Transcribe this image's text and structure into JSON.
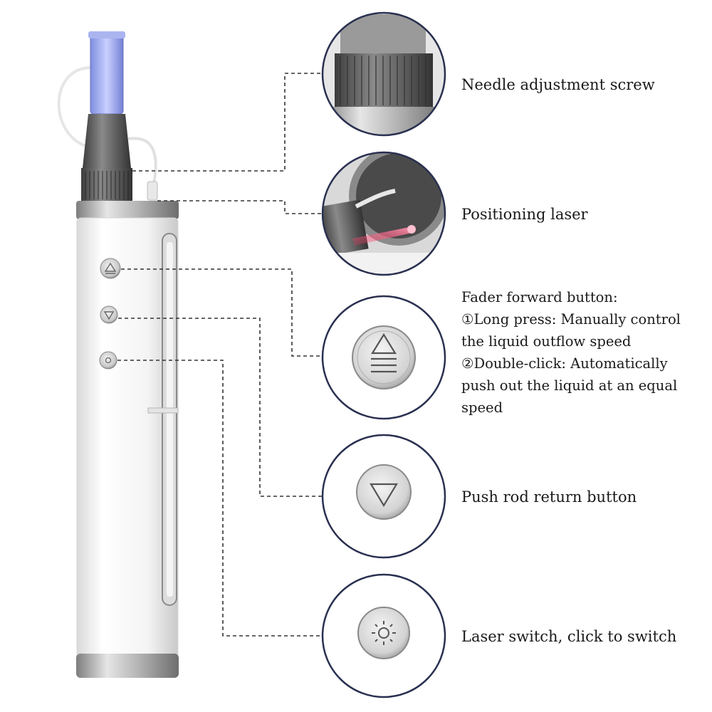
{
  "labels": {
    "needle_adjustment_screw": "Needle adjustment screw",
    "positioning_laser": "Positioning laser",
    "fader_forward": [
      "Fader forward button:",
      "①Long press: Manually control",
      "the liquid outflow speed",
      "②Double-click: Automatically",
      "push out the liquid at an equal",
      "speed"
    ],
    "push_rod_return": "Push rod return button",
    "laser_switch": "Laser switch, click to switch"
  },
  "colors": {
    "circle_border": "#2a3050",
    "leader_line": "#333333",
    "pen_body": "#f2f2f2",
    "metal": "#a9a9a9",
    "cartridge": "#9aa6e8",
    "laser_beam": "#ff3a6e"
  },
  "icons": {
    "forward_button": "triangle-up-with-lines-icon",
    "return_button": "triangle-down-icon",
    "laser_button": "sun-icon"
  }
}
